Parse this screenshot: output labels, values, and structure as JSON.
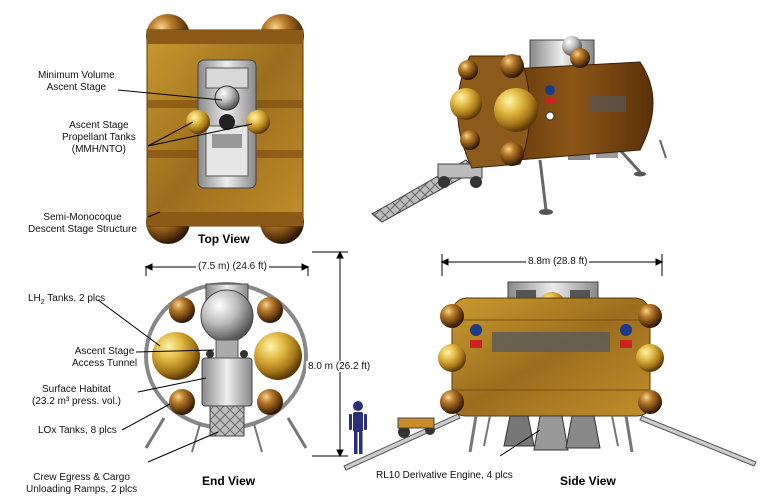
{
  "views": {
    "top": "Top View",
    "end": "End View",
    "side": "Side View"
  },
  "top_view_labels": {
    "ascent_stage_1": "Minimum Volume",
    "ascent_stage_2": "Ascent Stage",
    "tanks_1": "Ascent Stage",
    "tanks_2": "Propellant Tanks",
    "tanks_3": "(MMH/NTO)",
    "structure_1": "Semi-Monocoque",
    "structure_2": "Descent Stage Structure"
  },
  "end_view_labels": {
    "lh2_pre": "LH",
    "lh2_sub": "2",
    "lh2_post": " Tanks, 2 plcs",
    "tunnel_1": "Ascent Stage",
    "tunnel_2": "Access Tunnel",
    "habitat_1": "Surface Habitat",
    "habitat_2": "(23.2 m³ press. vol.)",
    "lox": "LOx Tanks, 8 plcs",
    "ramps_1": "Crew Egress & Cargo",
    "ramps_2": "Unloading Ramps, 2 plcs"
  },
  "dimensions": {
    "width_end": "(7.5 m) (24.6 ft)",
    "height_end": "8.0 m (26.2 ft)",
    "width_side": "8.8m (28.8 ft)"
  },
  "side_view_labels": {
    "engine": "RL10 Derivative Engine, 4 plcs"
  },
  "colors": {
    "gold": "#c99a2e",
    "bronze": "#7a4a14",
    "silver": "#c8c8c8",
    "figure": "#2a2f7a"
  }
}
